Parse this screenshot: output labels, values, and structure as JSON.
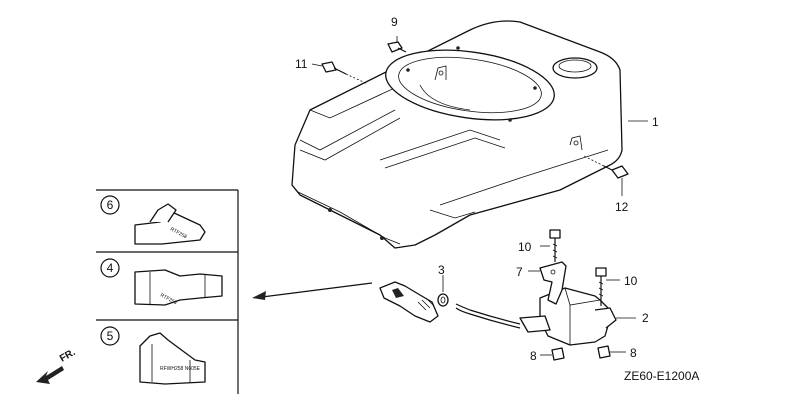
{
  "diagram": {
    "code": "ZE60-E1200A",
    "direction_label": "FR.",
    "callouts": {
      "c1": "1",
      "c2": "2",
      "c3": "3",
      "c7": "7",
      "c8a": "8",
      "c8b": "8",
      "c9": "9",
      "c10a": "10",
      "c10b": "10",
      "c11": "11",
      "c12": "12"
    },
    "variants": [
      {
        "number": "6",
        "marking": "RTF258"
      },
      {
        "number": "4",
        "marking": "RTF258"
      },
      {
        "number": "5",
        "marking": "RFWH258 N605E"
      }
    ]
  }
}
